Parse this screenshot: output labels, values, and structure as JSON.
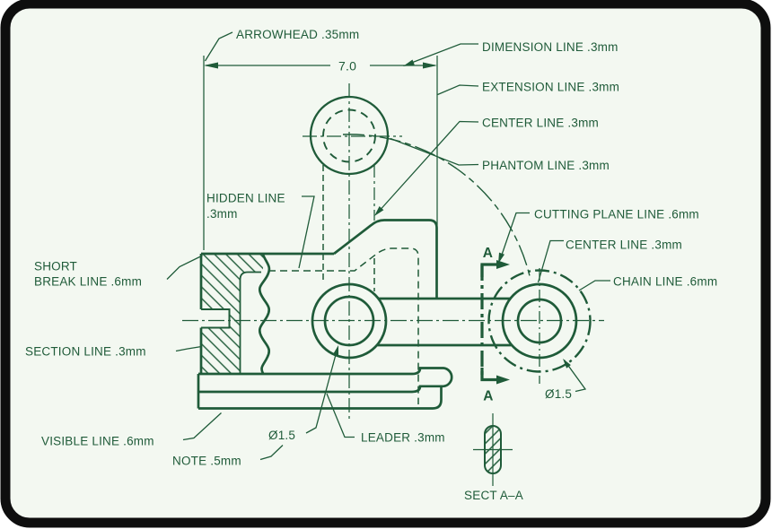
{
  "figure": {
    "description": "Alphabet of lines technical drawing sample",
    "colors": {
      "ink": "#1f5b39",
      "paper": "#f3f8f1",
      "frame": "#0e0e0e"
    },
    "labels": {
      "arrowhead": "ARROWHEAD .35mm",
      "dimension_line": "DIMENSION LINE .3mm",
      "extension_line": "EXTENSION LINE .3mm",
      "center_line_top": "CENTER LINE .3mm",
      "phantom_line": "PHANTOM LINE .3mm",
      "hidden_line_name": "HIDDEN LINE",
      "hidden_line_size": ".3mm",
      "cutting_plane_line": "CUTTING PLANE LINE .6mm",
      "center_line_right": "CENTER LINE .3mm",
      "chain_line": "CHAIN LINE .6mm",
      "short_break_word1": "SHORT",
      "short_break_word2": "BREAK LINE .6mm",
      "section_line": "SECTION LINE .3mm",
      "visible_line": "VISIBLE LINE .6mm",
      "note": "NOTE .5mm",
      "leader": "LEADER .3mm",
      "diameter_left": "Ø1.5",
      "diameter_right": "Ø1.5",
      "cut_label_top": "A",
      "cut_label_bottom": "A",
      "section_view_title": "SECT A–A",
      "dimension_value": "7.0"
    }
  }
}
